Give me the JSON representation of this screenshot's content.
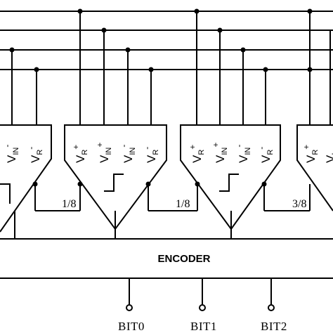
{
  "comparators": [
    {
      "pins": [
        {
          "main": "V",
          "sub": "IN",
          "sup": "-"
        },
        {
          "main": "V",
          "sub": "R",
          "sup": "-"
        }
      ],
      "ratio": ""
    },
    {
      "pins": [
        {
          "main": "V",
          "sub": "R",
          "sup": "+"
        },
        {
          "main": "V",
          "sub": "IN",
          "sup": "+"
        },
        {
          "main": "V",
          "sub": "IN",
          "sup": "-"
        },
        {
          "main": "V",
          "sub": "R",
          "sup": "-"
        }
      ],
      "ratio": "1/8"
    },
    {
      "pins": [
        {
          "main": "V",
          "sub": "R",
          "sup": "+"
        },
        {
          "main": "V",
          "sub": "IN",
          "sup": "+"
        },
        {
          "main": "V",
          "sub": "IN",
          "sup": "-"
        },
        {
          "main": "V",
          "sub": "R",
          "sup": "-"
        }
      ],
      "ratio": "1/8"
    },
    {
      "pins": [
        {
          "main": "V",
          "sub": "R",
          "sup": "+"
        },
        {
          "main": "V",
          "sub": "I",
          "sup": ""
        }
      ],
      "ratio": "3/8"
    }
  ],
  "encoder": {
    "label": "ENCODER"
  },
  "outputs": [
    "BIT0",
    "BIT1",
    "BIT2"
  ]
}
